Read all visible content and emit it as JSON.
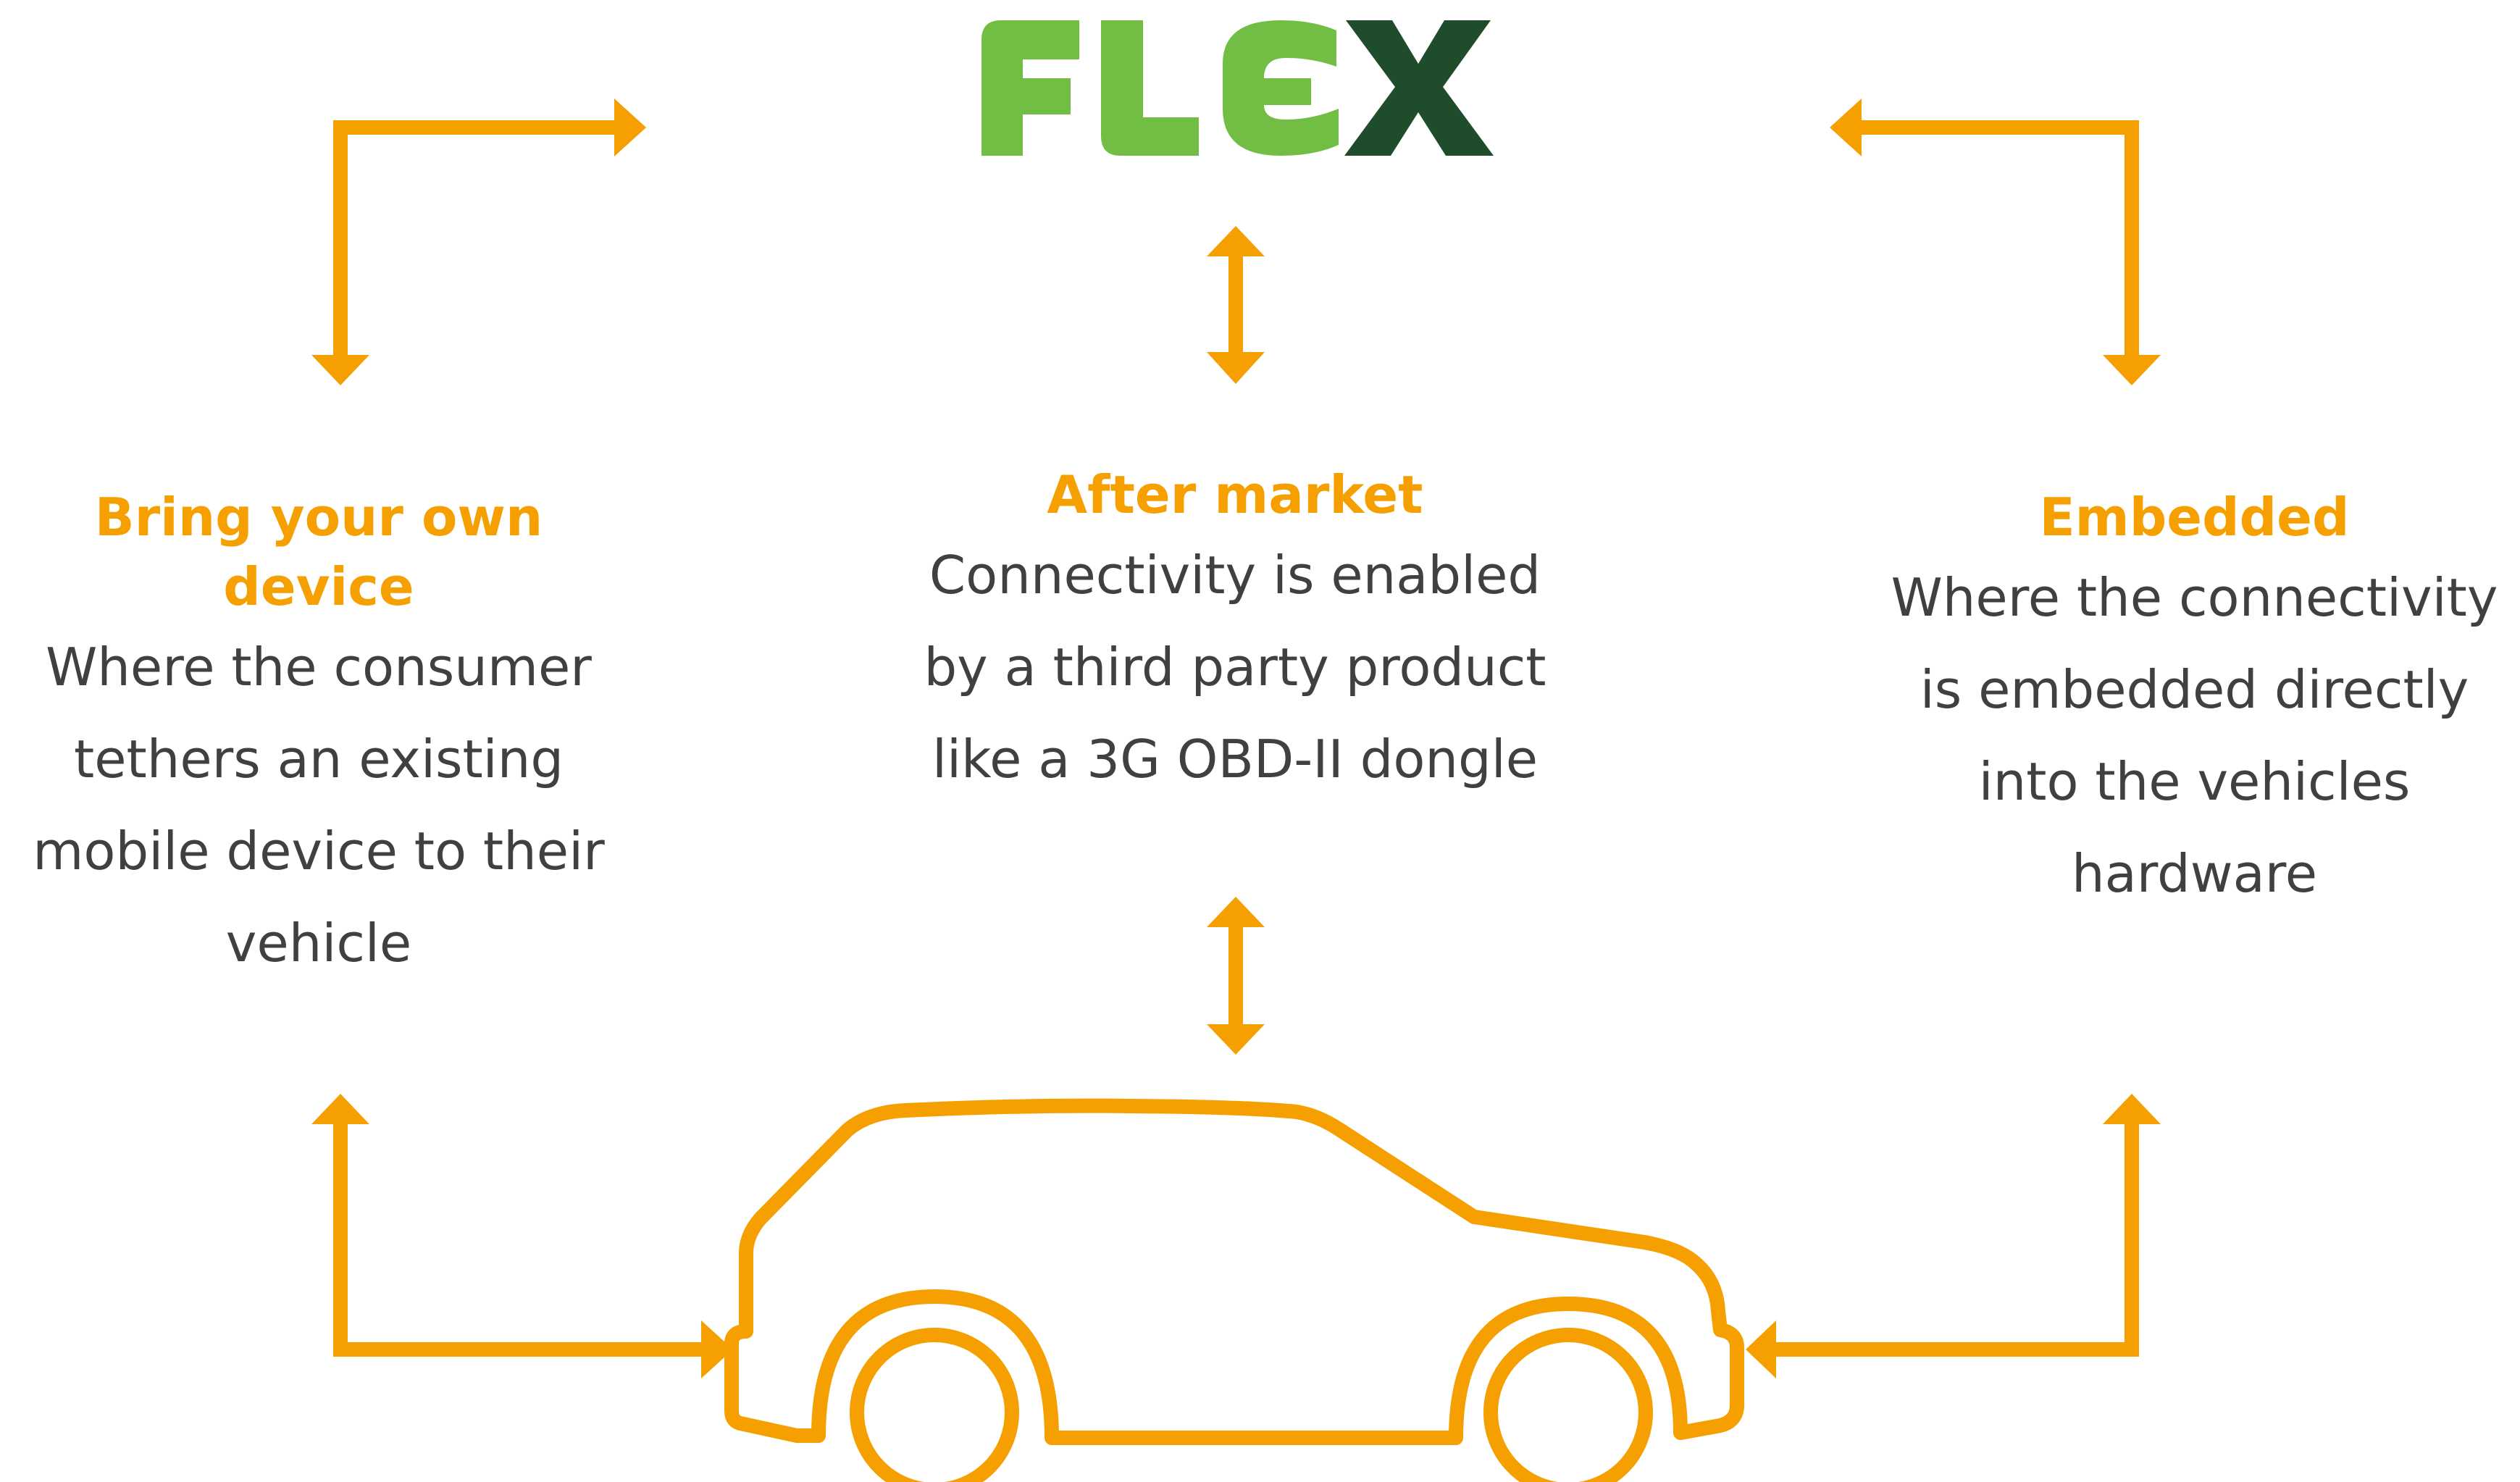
{
  "colors": {
    "accent": "#F5A000",
    "logo_green": "#72BE44",
    "logo_dark_green": "#1F4D2B",
    "text": "#404040"
  },
  "logo": {
    "text": "FLEX",
    "letters": [
      "F",
      "L",
      "E",
      "X"
    ]
  },
  "blocks": {
    "byod": {
      "title": "Bring your own device",
      "lines": [
        "Where the consumer",
        "tethers an existing",
        "mobile device to their",
        "vehicle"
      ]
    },
    "aftermarket": {
      "title": "After market",
      "lines": [
        "Connectivity is enabled",
        "by a third party product",
        "like a 3G OBD-II dongle"
      ]
    },
    "embedded": {
      "title": "Embedded",
      "lines": [
        "Where the connectivity",
        "is embedded directly",
        "into the vehicles",
        "hardware"
      ]
    }
  },
  "icons": {
    "vehicle": "car-outline-icon"
  }
}
